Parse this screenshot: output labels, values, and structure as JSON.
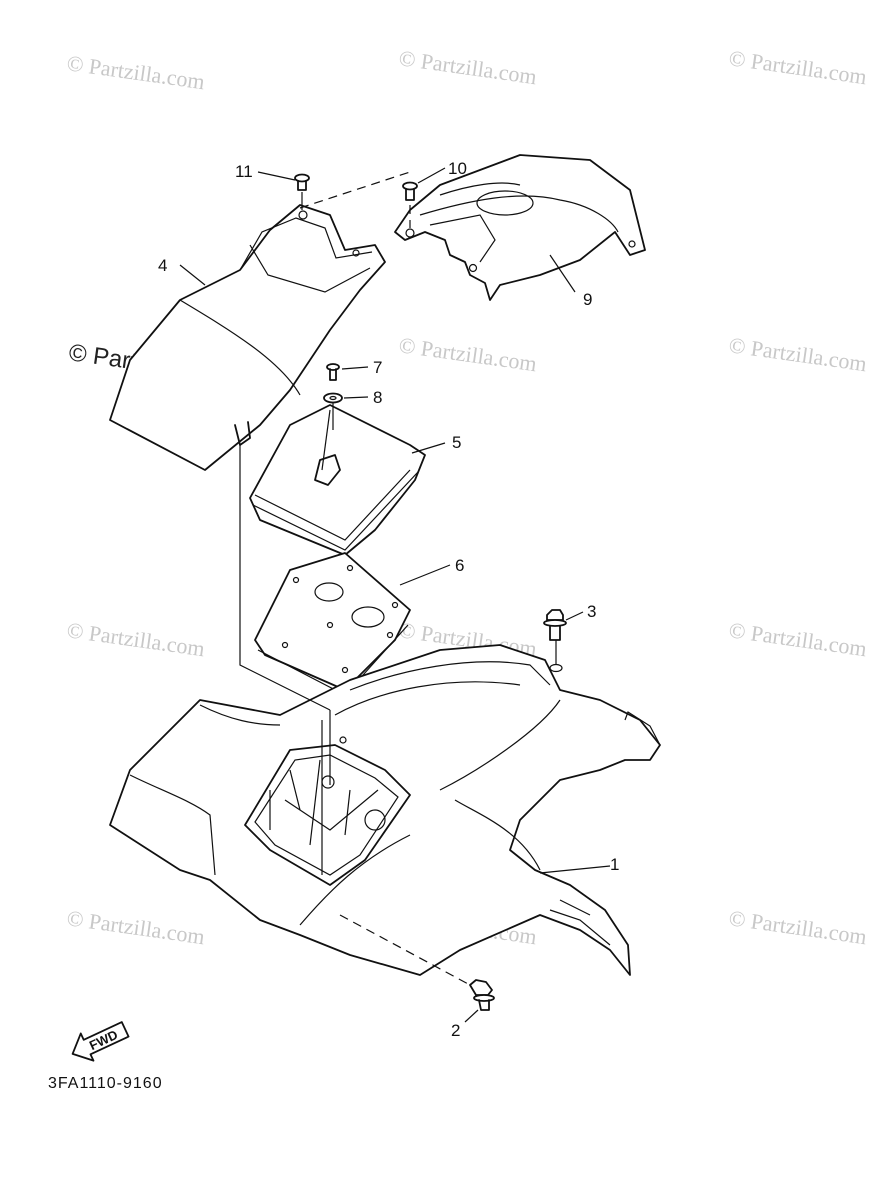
{
  "watermark": {
    "light_text": "© Partzilla.com",
    "dark_text": "© Partzilla.com"
  },
  "callouts": [
    "1",
    "2",
    "3",
    "4",
    "5",
    "6",
    "7",
    "8",
    "9",
    "10",
    "11"
  ],
  "diagram_code": "3FA1110-9160",
  "fwd_label": "FWD"
}
